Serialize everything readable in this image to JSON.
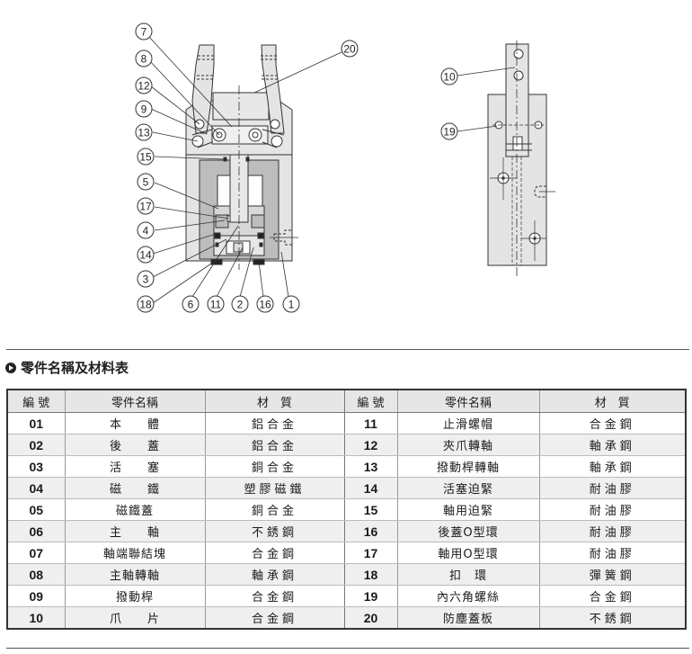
{
  "diagram": {
    "callouts_left": [
      "7",
      "8",
      "12",
      "9",
      "13",
      "15",
      "5",
      "17",
      "4",
      "14",
      "3",
      "18"
    ],
    "callouts_bottom": [
      "6",
      "11",
      "2",
      "16",
      "1"
    ],
    "callout_top_right": "20",
    "side_view_callouts": [
      "10",
      "19"
    ]
  },
  "section": {
    "title": "零件名稱及材料表",
    "icon": "circle-arrow-right-icon"
  },
  "table": {
    "headers": [
      "編 號",
      "零件名稱",
      "材　質",
      "編 號",
      "零件名稱",
      "材　質"
    ],
    "left": [
      {
        "no": "01",
        "name": "本　　體",
        "material": "鋁合金"
      },
      {
        "no": "02",
        "name": "後　　蓋",
        "material": "鋁合金"
      },
      {
        "no": "03",
        "name": "活　　塞",
        "material": "銅合金"
      },
      {
        "no": "04",
        "name": "磁　　鐵",
        "material": "塑膠磁鐵"
      },
      {
        "no": "05",
        "name": "磁鐵蓋",
        "material": "銅合金"
      },
      {
        "no": "06",
        "name": "主　　軸",
        "material": "不銹鋼"
      },
      {
        "no": "07",
        "name": "軸端聯結塊",
        "material": "合金鋼"
      },
      {
        "no": "08",
        "name": "主軸轉軸",
        "material": "軸承鋼"
      },
      {
        "no": "09",
        "name": "撥動桿",
        "material": "合金鋼"
      },
      {
        "no": "10",
        "name": "爪　　片",
        "material": "合金鋼"
      }
    ],
    "right": [
      {
        "no": "11",
        "name": "止滑螺帽",
        "material": "合金鋼"
      },
      {
        "no": "12",
        "name": "夾爪轉軸",
        "material": "軸承鋼"
      },
      {
        "no": "13",
        "name": "撥動桿轉軸",
        "material": "軸承鋼"
      },
      {
        "no": "14",
        "name": "活塞迫緊",
        "material": "耐油膠"
      },
      {
        "no": "15",
        "name": "軸用迫緊",
        "material": "耐油膠"
      },
      {
        "no": "16",
        "name": "後蓋O型環",
        "material": "耐油膠"
      },
      {
        "no": "17",
        "name": "軸用O型環",
        "material": "耐油膠"
      },
      {
        "no": "18",
        "name": "扣　環",
        "material": "彈簧鋼"
      },
      {
        "no": "19",
        "name": "內六角螺絲",
        "material": "合金鋼"
      },
      {
        "no": "20",
        "name": "防塵蓋板",
        "material": "不銹鋼"
      }
    ]
  }
}
